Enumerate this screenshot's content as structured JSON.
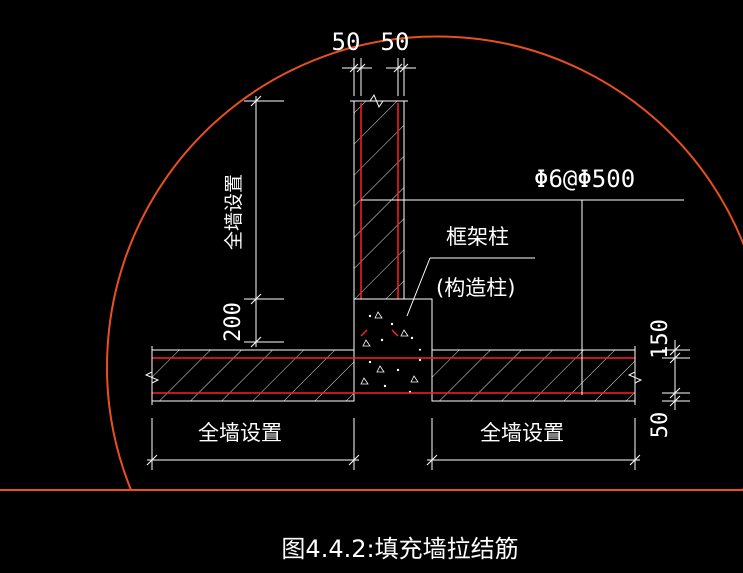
{
  "colors": {
    "background": "#000000",
    "line": "#ffffff",
    "rebar": "#ff2020",
    "circle": "#e8501e"
  },
  "dimensions": {
    "top_left": "50",
    "top_right": "50",
    "vertical_full": "全墙设置",
    "vertical_200": "200",
    "right_150": "150",
    "right_50": "50",
    "bottom_left": "全墙设置",
    "bottom_right": "全墙设置"
  },
  "labels": {
    "tie_spec": "Φ6@Φ500",
    "column_name": "框架柱",
    "column_alt": "(构造柱)"
  },
  "caption": "图4.4.2:填充墙拉结筋"
}
